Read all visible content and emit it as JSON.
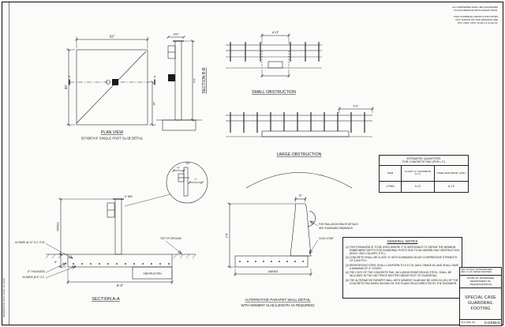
{
  "sheet": {
    "margin_text": "SGR588.DGN   PLOT DATE: 10-15-04",
    "corner_note_a": [
      "ALL HARDWARE SHALL BE GALVANIZED",
      "IN ACCORDANCE WITH AASHTO M232."
    ],
    "corner_note_b": [
      "FOR GUARDRAIL DETAILS AND NOTES",
      "NOT SHOWN ON THIS DRAWING SEE",
      "STD. DWG. NOS. S-GR-1 & S-GR-31."
    ]
  },
  "plan": {
    "title": "PLAN VIEW",
    "subtitle": "52\"X96\"X4\" SINGLE POST SLAB DETAIL",
    "dim_width": "52\"",
    "dim_height": "96\"",
    "dim_right": "24\"",
    "cut_label_left": "A",
    "cut_label_right": "A"
  },
  "section_bb": {
    "title": "SECTION B-B",
    "dim_top": "10½\"",
    "dim_right": "3'-9\""
  },
  "small_obstruction": {
    "label": "SMALL OBSTRUCTION",
    "dim": "4'-0\""
  },
  "large_obstruction": {
    "label": "LARGE OBSTRUCTION",
    "dim": "6'-3\""
  },
  "quantities": {
    "title_line1": "ESTIMATED QUANTITIES",
    "title_line2": "FOR CONCRETE PAD (PER L.F.)",
    "columns": [
      "ITEM",
      "CLASS \"A\" CONCRETE (C.Y.)",
      "STEEL BAR REINF. (LBS.)"
    ],
    "row": [
      "1 PAD",
      "0.17",
      "8.74"
    ]
  },
  "detail": {
    "dim_top": "1½\"",
    "dim_left": "½\"",
    "dim_right": "7\""
  },
  "section_aa": {
    "title": "SECTION A-A",
    "dim_varies": "VARIES",
    "dim_thickness": "8\"",
    "bars_note": "#4 BARS @ 12\" O.C. E.W.",
    "thickness_note": "8\" THICKNESS",
    "bars_bottom_note": "#4 BARS @ 8\" O.C.",
    "top_of_ground": "TOP OF GROUND",
    "obstruction": "OBSTRUCTION",
    "min_note": "6\" MIN.",
    "dim_bottom": "5'-4\""
  },
  "parapet": {
    "title_line1": "ALTERNATIVE PARAPET WALL DETAIL",
    "title_line2": "WITH MOMENT SLAB (LENGTH AS REQUIRED)",
    "cold_joint": "COLD JOINT",
    "anchor_note": [
      "FOR RAIL ANCHORAGE DETAILS",
      "SEE STANDARD DRAWINGS."
    ],
    "dim_left": "2'-8\"",
    "dim_top": "10\"",
    "dim_bottom": "VARIES"
  },
  "general_notes": {
    "title": "GENERAL NOTES",
    "items": [
      "(1) THIS STANDARD IS TO BE USED WHERE IT IS IMPOSSIBLE TO OBTAIN THE MINIMUM EMBEDMENT DEPTH FOR GUARDRAIL POSTS DUE TO AN UNDERLYING OBSTRUCTION (ROCK, BOX CULVERT, ETC.).",
      "(2) CONCRETE SHALL BE CLASS \"A\" WITH A MINIMUM 28 DAY COMPRESSIVE STRENGTH OF 3,000 P.S.I.",
      "(3) REINFORCING STEEL SHALL CONFORM TO A.S.T.M. A615, GRADE 60, AND SHALL HAVE A MINIMUM OF 3\" COVER.",
      "(4) THE COST OF THE CONCRETE PAD, INCLUDING REINFORCING STEEL, SHALL BE INCLUDED IN THE UNIT PRICE BID PER LINEAR FOOT OF GUARDRAIL.",
      "(5) THE ALTERNATIVE PARAPET WALL WITH MOMENT SLAB MAY BE USED IN LIEU OF THE CONCRETE PAD WHEN SHOWN ON THE PLANS OR AS DIRECTED BY THE ENGINEER."
    ]
  },
  "title_block": {
    "revision_lines": [
      "REV. 10-15-04: NOTES REVISED.",
      "REV. 3-1-16: DETAILS REVISED."
    ],
    "agency_lines": [
      "STATE OF TENNESSEE",
      "DEPARTMENT OF",
      "TRANSPORTATION"
    ],
    "title_lines": [
      "SPECIAL CASE",
      "GUARDRAIL",
      "FOOTING"
    ],
    "number_label": "STD. DWG. NO.",
    "number": "S-GR58-8"
  }
}
